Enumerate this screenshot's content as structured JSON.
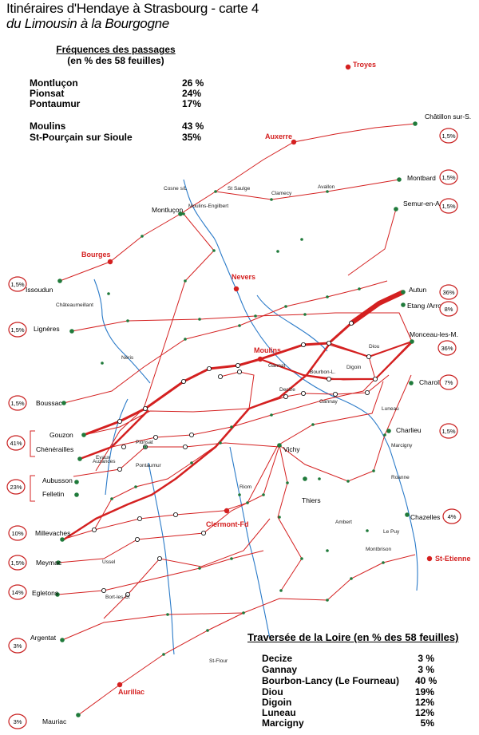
{
  "title": {
    "line1": "Itinéraires d'Hendaye à Strasbourg - carte 4",
    "line2": "du Limousin à la Bourgogne"
  },
  "frequencies": {
    "heading": "Fréquences des passages",
    "subheading": "(en % des 58 feuilles)",
    "rows": [
      {
        "place": "Montluçon",
        "value": "26 %"
      },
      {
        "place": "Pionsat",
        "value": "24%"
      },
      {
        "place": "Pontaumur",
        "value": "17%"
      },
      {
        "place": "Moulins",
        "value": "43 %"
      },
      {
        "place": "St-Pourçain sur Sioule",
        "value": "35%"
      }
    ]
  },
  "loire": {
    "heading": "Traversée de la Loire (en % des 58 feuilles)",
    "rows": [
      {
        "place": "Decize",
        "value": "3 %"
      },
      {
        "place": "Gannay",
        "value": "3 %"
      },
      {
        "place": "Bourbon-Lancy (Le Fourneau)",
        "value": "40 %"
      },
      {
        "place": "Diou",
        "value": "19%"
      },
      {
        "place": "Digoin",
        "value": "12%"
      },
      {
        "place": "Luneau",
        "value": "12%"
      },
      {
        "place": "Marcigny",
        "value": "5%"
      }
    ]
  },
  "major_towns": [
    "Troyes",
    "Auxerre",
    "Bourges",
    "Nevers",
    "Moulins",
    "Clermont-Fd",
    "St-Etienne",
    "Aurillac"
  ],
  "towns": [
    "Châtillon sur-S.",
    "Montbard",
    "Semur-en-Aux.",
    "Autun",
    "Etang /Arroux",
    "Monceau-les-M.",
    "Charolles",
    "Charlieu",
    "Chazelles",
    "Issoudun",
    "Lignères",
    "Boussac",
    "Gouzon",
    "Chénérailles",
    "Aubusson",
    "Felletin",
    "Millevaches",
    "Meymac",
    "Egletons",
    "Argentat",
    "Mauriac",
    "Montluçon",
    "Vichy",
    "Thiers"
  ],
  "minor_places": [
    "Cosne s/L",
    "Clamecy",
    "Avallon",
    "St Saulge",
    "Decize",
    "Gannay",
    "Diou",
    "Digoin",
    "Luneau",
    "Bourbon-L.",
    "Marcigny",
    "Roanne",
    "Pionsat",
    "Pontaumur",
    "Ussel",
    "Bort-les-O.",
    "St-Flour",
    "Ambert",
    "Montbrison",
    "Le Puy",
    "Riom",
    "Gannat",
    "Moulins-Engilbert",
    "Châteaumeillant",
    "Néris",
    "Evaux",
    "Auzances"
  ],
  "badges": [
    {
      "value": "1,5%"
    },
    {
      "value": "1,5%"
    },
    {
      "value": "1,5%"
    },
    {
      "value": "36%"
    },
    {
      "value": "8%"
    },
    {
      "value": "36%"
    },
    {
      "value": "7%"
    },
    {
      "value": "1,5%"
    },
    {
      "value": "4%"
    },
    {
      "value": "1,5%"
    },
    {
      "value": "1,5%"
    },
    {
      "value": "1,5%"
    },
    {
      "value": "41%"
    },
    {
      "value": "23%"
    },
    {
      "value": "10%"
    },
    {
      "value": "1,5%"
    },
    {
      "value": "14%"
    },
    {
      "value": "3%"
    },
    {
      "value": "3%"
    }
  ],
  "colors": {
    "route": "#d42020",
    "river": "#2a7ac8",
    "town": "#1f7a3a",
    "major": "#d42020",
    "badge": "#c81e1e"
  }
}
